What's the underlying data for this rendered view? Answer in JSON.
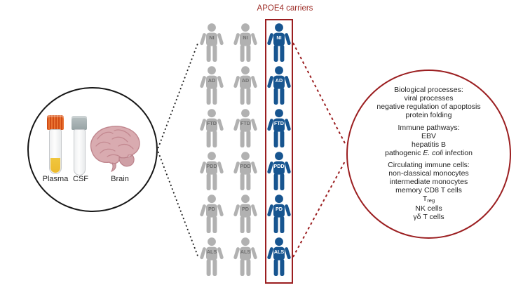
{
  "apoe4": {
    "title": "APOE4 carriers"
  },
  "left_circle": {
    "items": [
      {
        "name": "plasma-tube",
        "label": "Plasma"
      },
      {
        "name": "csf-tube",
        "label": "CSF"
      },
      {
        "name": "brain",
        "label": "Brain"
      }
    ]
  },
  "cohort": {
    "rows": [
      "NI",
      "AD",
      "FTD",
      "PDD",
      "PD",
      "ALS"
    ],
    "columns": 3,
    "carrier_column_index": 2
  },
  "findings": {
    "sections": [
      {
        "heading": "Biological processes:",
        "items": [
          "viral processes",
          "negative regulation of apoptosis",
          "protein folding"
        ]
      },
      {
        "heading": "Immune pathways:",
        "items": [
          "EBV",
          "hepatitis B",
          [
            {
              "t": "pathogenic "
            },
            {
              "t": "E. coli",
              "style": "italic"
            },
            {
              "t": " infection"
            }
          ]
        ]
      },
      {
        "heading": "Circulating immune cells:",
        "items": [
          "non-classical monocytes",
          "intermediate monocytes",
          "memory CD8 T cells",
          [
            {
              "t": "T"
            },
            {
              "t": "reg",
              "style": "sub"
            }
          ],
          "NK cells",
          "γδ T cells"
        ]
      }
    ]
  },
  "colors": {
    "carrier_blue": "#175590",
    "noncarrier_gray": "#b1b1b1",
    "person_label_gray": "#6f6f6f",
    "person_label_on_blue": "#ffffff",
    "highlight_dark_red": "#9b1e20",
    "title_red": "#9d2c26",
    "plasma_cap_orange": "#e2571b",
    "plasma_liquid_yellow": "#ecba2e",
    "brain_pink": "#d9abb0"
  }
}
